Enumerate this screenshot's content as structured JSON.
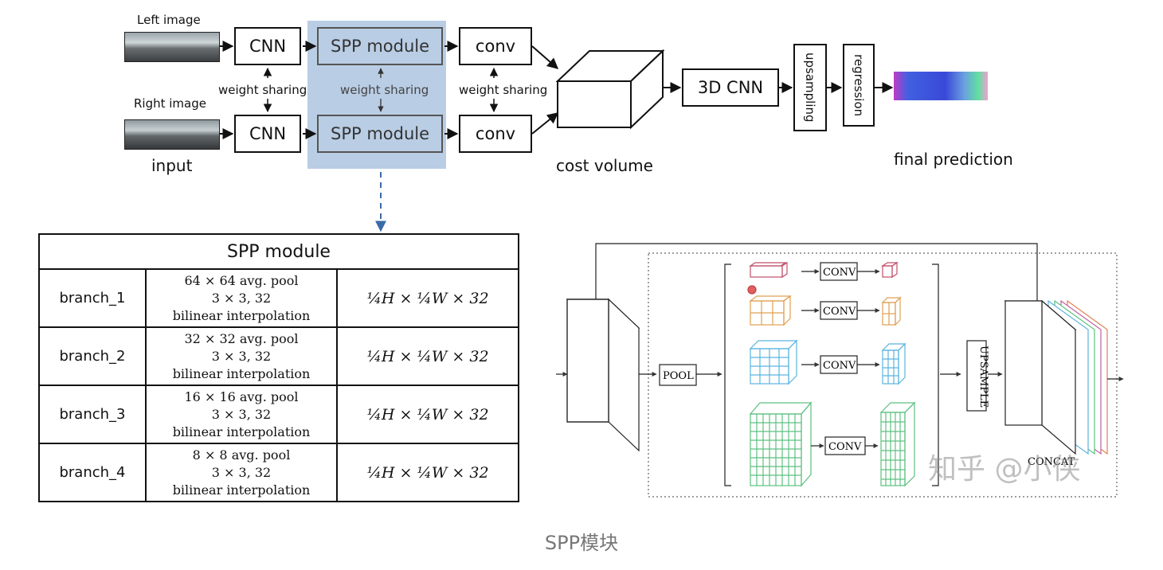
{
  "top": {
    "left_image_label": "Left image",
    "right_image_label": "Right image",
    "input_label": "input",
    "cnn_label": "CNN",
    "spp_label": "SPP module",
    "conv_label": "conv",
    "weight_sharing": "weight sharing",
    "cost_volume_label": "cost volume",
    "cnn3d_label": "3D CNN",
    "upsampling_label": "upsampling",
    "regression_label": "regression",
    "final_label": "final prediction"
  },
  "table": {
    "title": "SPP module",
    "rows": [
      {
        "name": "branch_1",
        "pool": "64 × 64 avg. pool",
        "conv": "3 × 3, 32",
        "interp": "bilinear interpolation",
        "output": "¼H × ¼W × 32"
      },
      {
        "name": "branch_2",
        "pool": "32 × 32 avg. pool",
        "conv": "3 × 3, 32",
        "interp": "bilinear interpolation",
        "output": "¼H × ¼W × 32"
      },
      {
        "name": "branch_3",
        "pool": "16 × 16 avg. pool",
        "conv": "3 × 3, 32",
        "interp": "bilinear interpolation",
        "output": "¼H × ¼W × 32"
      },
      {
        "name": "branch_4",
        "pool": "8 × 8 avg. pool",
        "conv": "3 × 3, 32",
        "interp": "bilinear interpolation",
        "output": "¼H × ¼W × 32"
      }
    ]
  },
  "right_diagram": {
    "pool_label": "POOL",
    "conv_label": "CONV",
    "upsample_label": "UPSAMPLE",
    "concat_label": "CONCAT"
  },
  "watermark": "知乎 @小侠",
  "caption": "SPP模块",
  "colors": {
    "spp_highlight": "#b9cde4",
    "branch1": "#c0506a",
    "branch2": "#e0a050",
    "branch3": "#5ab4e0",
    "branch4": "#5cc080"
  }
}
